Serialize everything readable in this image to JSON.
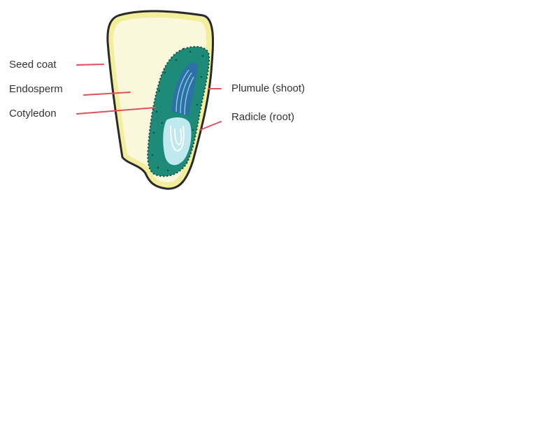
{
  "labels": {
    "seed_coat": "Seed coat",
    "endosperm": "Endosperm",
    "cotyledon": "Cotyledon",
    "plumule": "Plumule (shoot)",
    "radicle": "Radicle (root)"
  },
  "colors": {
    "seed_coat_outline": "#2a2a2a",
    "seed_coat_band": "#f3ee9c",
    "endosperm_fill": "#fbf7dc",
    "cotyledon_fill": "#1e8a78",
    "cotyledon_dots": "#0e4a42",
    "plumule_fill": "#2f6fa8",
    "radicle_fill": "#bfe9ee",
    "leader_line": "#e0505a",
    "label_text": "#333333"
  }
}
